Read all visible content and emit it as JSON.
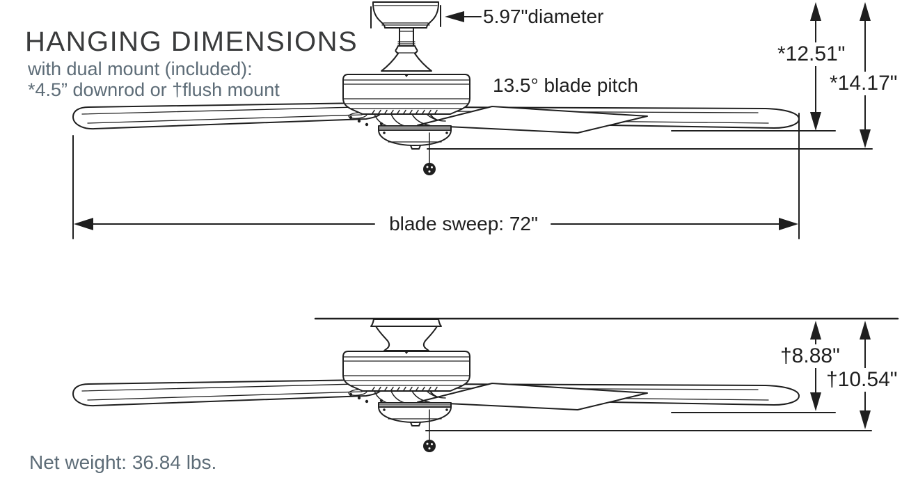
{
  "header": {
    "title": "HANGING DIMENSIONS",
    "subtitle_line1": "with dual mount (included):",
    "subtitle_line2": "*4.5” downrod or †flush mount"
  },
  "downrod_view": {
    "canopy_diameter": "5.97\"diameter",
    "blade_pitch": "13.5° blade pitch",
    "height_to_blades": "*12.51\"",
    "height_overall": "*14.17\"",
    "blade_sweep": "blade sweep: 72\""
  },
  "flush_view": {
    "height_to_blades": "†8.88\"",
    "height_overall": "†10.54\""
  },
  "footer": {
    "net_weight": "Net weight: 36.84 lbs."
  },
  "colors": {
    "ink": "#1f1f1f",
    "heading": "#3a3b3c",
    "slate": "#5d6c77",
    "background": "#ffffff"
  }
}
